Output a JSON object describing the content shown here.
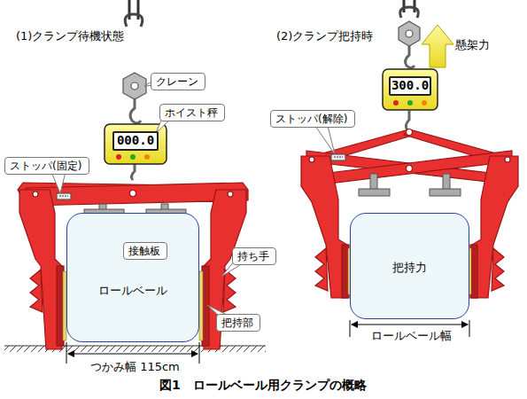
{
  "diagram": {
    "caption": "図1　ロールベール用クランプの概略",
    "nodes": [
      {
        "text": [
          "クレーン"
        ]
      },
      {
        "text": [
          "ホイスト秤"
        ]
      },
      {
        "text": [
          "000.0"
        ]
      },
      {
        "text": [
          "ストッパ(固定)"
        ]
      },
      {
        "text": [
          "ロールベール"
        ]
      },
      {
        "text": [
          "接触板"
        ],
        "in": 4
      },
      {
        "text": [
          "持ち手"
        ]
      },
      {
        "text": [
          "把持部"
        ]
      },
      {
        "text": [
          "300.0"
        ]
      },
      {
        "text": [
          "ストッパ(解除)"
        ]
      },
      {
        "text": [
          "把持力"
        ]
      }
    ],
    "labels": [
      "(1)クランプ待機状態",
      "(2)クランプ把持時",
      "懸架力",
      "つかみ幅 115cm",
      "ロールベール幅"
    ]
  }
}
